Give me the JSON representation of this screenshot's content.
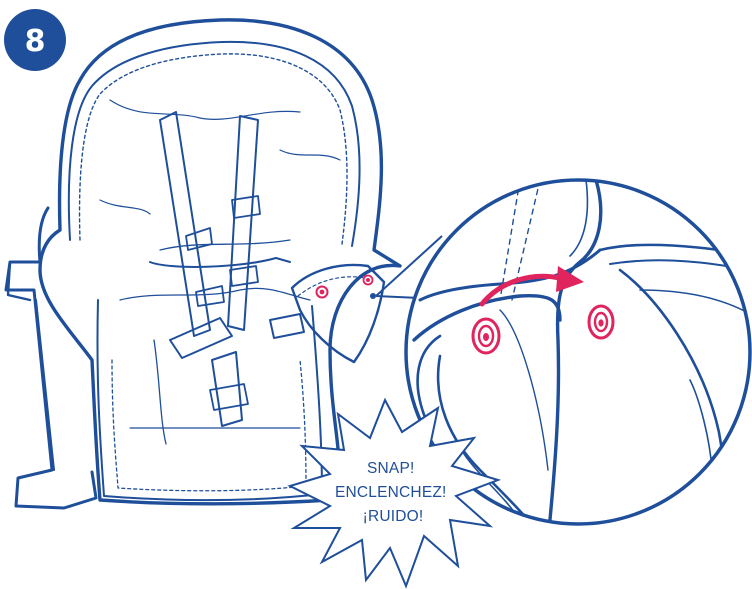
{
  "step": {
    "number": "8"
  },
  "callout": {
    "lines": [
      "SNAP!",
      "ENCLENCHEZ!",
      "¡RUIDO!"
    ]
  },
  "colors": {
    "line": "#1f4f9a",
    "badge": "#1f4f9a",
    "accent": "#e0245e",
    "background": "#ffffff"
  },
  "icons": [
    "high-chair-seat-pad",
    "magnifier-detail-circle",
    "snap-button-icon",
    "curved-arrow-icon",
    "starburst-callout"
  ]
}
